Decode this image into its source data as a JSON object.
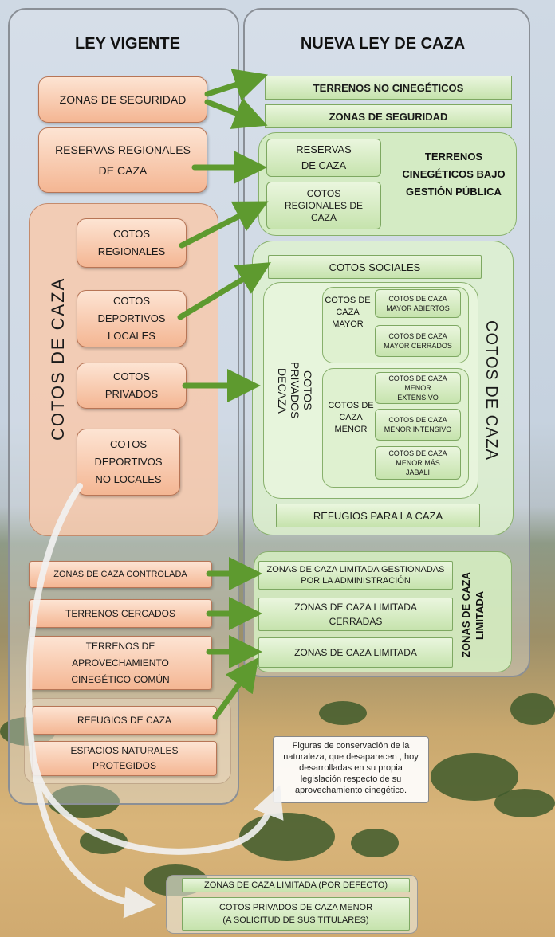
{
  "left_title": "LEY VIGENTE",
  "right_title": "NUEVA LEY DE CAZA",
  "left": {
    "zonas_seguridad": "ZONAS DE SEGURIDAD",
    "reservas": "RESERVAS REGIONALES DE CAZA",
    "cotos_de_caza": "COTOS DE CAZA",
    "cotos_regionales": "COTOS REGIONALES",
    "cotos_deportivos_locales": "COTOS DEPORTIVOS LOCALES",
    "cotos_privados": "COTOS PRIVADOS",
    "cotos_deportivos_no_locales": "COTOS DEPORTIVOS NO LOCALES",
    "zonas_caza_controlada": "ZONAS DE CAZA CONTROLADA",
    "terrenos_cercados": "TERRENOS CERCADOS",
    "terrenos_aprovechamiento": "TERRENOS DE APROVECHAMIENTO CINEGÉTICO COMÚN",
    "refugios_de_caza": "REFUGIOS DE CAZA",
    "espacios_naturales": "ESPACIOS NATURALES PROTEGIDOS"
  },
  "right": {
    "terrenos_no_cinegeticos": "TERRENOS NO CINEGÉTICOS",
    "zonas_seguridad": "ZONAS DE SEGURIDAD",
    "reservas_de_caza": "RESERVAS DE CAZA",
    "cotos_regionales_de_caza": "COTOS REGIONALES DE CAZA",
    "terrenos_cinegeticos_label": "TERRENOS CINEGÉTICOS BAJO GESTIÓN PÚBLICA",
    "cotos_sociales": "COTOS SOCIALES",
    "cotos_privados_de_caza": "COTOS PRIVADOS DECAZA",
    "cotos_caza_mayor": "COTOS DE CAZA MAYOR",
    "mayor_abiertos": "COTOS DE CAZA MAYOR ABIERTOS",
    "mayor_cerrados": "COTOS DE CAZA MAYOR CERRADOS",
    "cotos_caza_menor": "COTOS DE CAZA MENOR",
    "menor_extensivo": "COTOS DE CAZA MENOR EXTENSIVO",
    "menor_intensivo": "COTOS DE CAZA MENOR INTENSIVO",
    "menor_jabali": "COTOS DE CAZA MENOR MÁS JABALÍ",
    "cotos_de_caza": "COTOS DE CAZA",
    "refugios_para_la_caza": "REFUGIOS PARA LA CAZA",
    "zcl_administracion": "ZONAS DE CAZA LIMITADA GESTIONADAS POR LA ADMINISTRACIÓN",
    "zcl_cerradas": "ZONAS DE CAZA LIMITADA CERRADAS",
    "zcl": "ZONAS DE CAZA LIMITADA",
    "zonas_caza_limitada_label": "ZONAS DE CAZA LIMITADA"
  },
  "note": "Figuras de conservación de la naturaleza, que desaparecen , hoy desarrolladas en su propia legislación respecto de su aprovechamiento cinegético.",
  "bottom": {
    "zcl_defecto": "ZONAS DE CAZA LIMITADA (POR DEFECTO)",
    "cotos_privados_menor": "COTOS PRIVADOS DE CAZA MENOR",
    "a_solicitud": "(A SOLICITUD DE SUS TITULARES)"
  },
  "colors": {
    "orange": "#f4b693",
    "green": "#c6e3ad",
    "arrow_green": "#5e9a2f",
    "arrow_white": "#ffffff"
  }
}
